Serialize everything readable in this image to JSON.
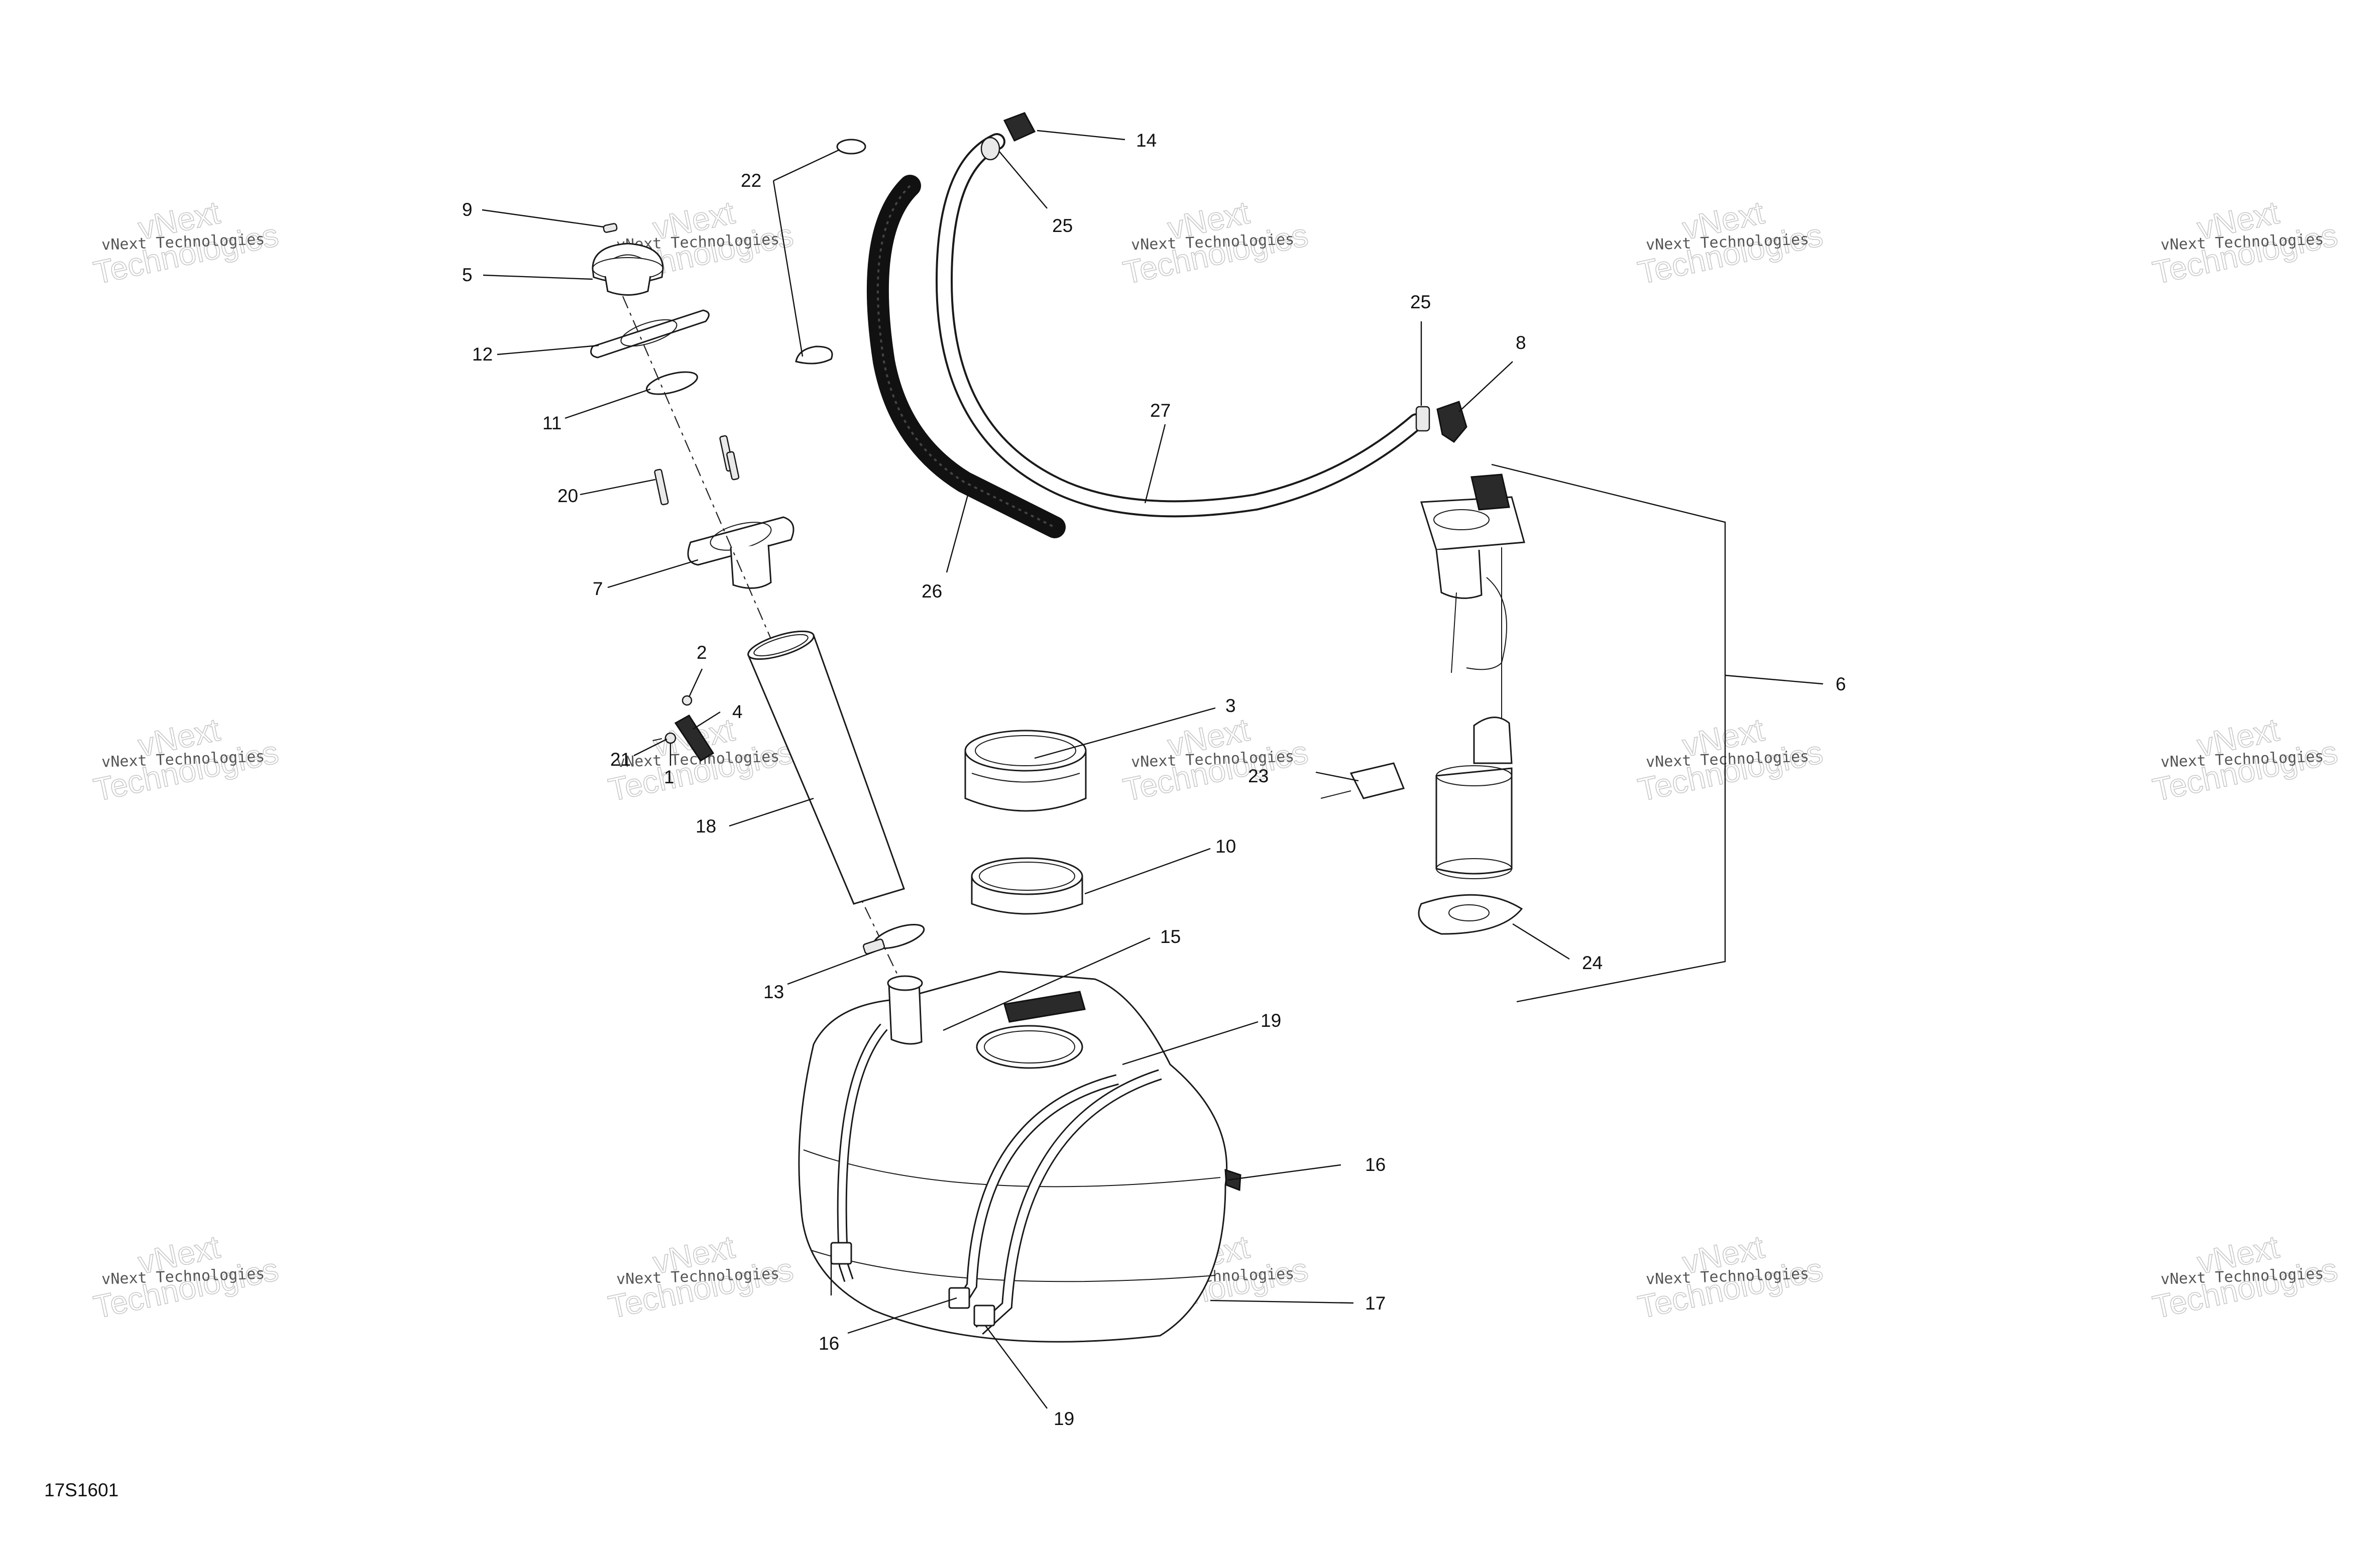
{
  "figure_code": "17S1601",
  "watermark": {
    "small_text": "vNext Technologies",
    "large_line1": "vNext",
    "large_line2": "Technologies"
  },
  "callouts": {
    "c1": "1",
    "c2": "2",
    "c3": "3",
    "c4": "4",
    "c5": "5",
    "c6": "6",
    "c7": "7",
    "c8": "8",
    "c9": "9",
    "c10": "10",
    "c11": "11",
    "c12": "12",
    "c13": "13",
    "c14": "14",
    "c15": "15",
    "c16a": "16",
    "c16b": "16",
    "c17": "17",
    "c18": "18",
    "c19a": "19",
    "c19b": "19",
    "c20": "20",
    "c21": "21",
    "c22": "22",
    "c23": "23",
    "c24": "24",
    "c25a": "25",
    "c25b": "25",
    "c26": "26",
    "c27": "27"
  }
}
